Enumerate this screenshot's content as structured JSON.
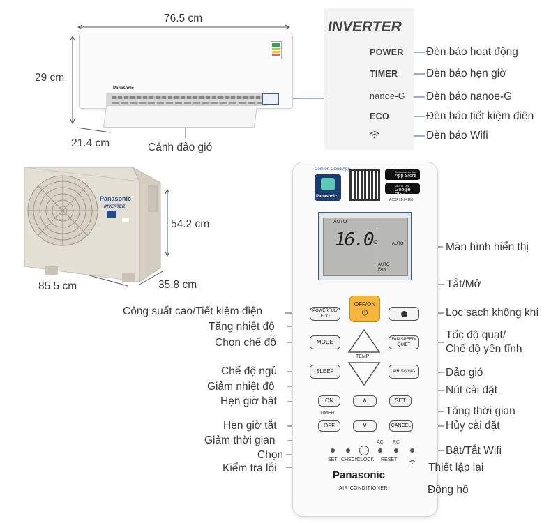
{
  "indoor": {
    "width": "76.5 cm",
    "height": "29 cm",
    "depth": "21.4 cm",
    "louver": "Cánh đảo gió",
    "brand": "Panasonic"
  },
  "outdoor": {
    "height": "54.2 cm",
    "width": "85.5 cm",
    "depth": "35.8 cm",
    "brand": "Panasonic",
    "badge": "INVERTER"
  },
  "display_panel": {
    "logo": "INVERTER",
    "indicators": [
      {
        "code": "POWER",
        "label": "Đèn báo hoạt động"
      },
      {
        "code": "TIMER",
        "label": "Đèn báo hẹn giờ"
      },
      {
        "code": "nanoe-G",
        "label": "Đèn báo nanoe-G"
      },
      {
        "code": "ECO",
        "label": "Đèn báo tiết kiệm điện"
      },
      {
        "code": "wifi",
        "label": "Đèn báo Wifi"
      }
    ]
  },
  "remote": {
    "app_name": "Comfort Cloud App",
    "app_store": "App Store",
    "app_store_small": "Download on the",
    "google_play": "Google Play",
    "google_play_small": "GET IT ON",
    "model": "ACXF71-24160",
    "brand_small": "Panasonic",
    "lcd_mode": "AUTO",
    "lcd_temp": "16.0",
    "lcd_unit": "°C",
    "lcd_fan_mode": "AUTO",
    "lcd_fan_label1": "AUTO",
    "lcd_fan_label2": "FAN",
    "btn_offon": "OFF/ON",
    "btn_offon_symbol": "⏻",
    "btn_powerful": "POWERFUL/ ECO",
    "btn_mode": "MODE",
    "temp_label": "TEMP",
    "btn_fanspeed": "FAN SPEED/ QUIET",
    "btn_sleep": "SLEEP",
    "btn_airswing": "AIR SWING",
    "btn_on": "ON",
    "btn_set": "SET",
    "timer_label": "TIMER",
    "btn_off": "OFF",
    "btn_cancel": "CANCEL",
    "ac_label": "AC",
    "rc_label": "RC",
    "small_set": "SET",
    "small_check": "CHECK",
    "small_clock": "CLOCK",
    "small_reset": "RESET",
    "brand": "Panasonic",
    "subtitle": "AIR CONDITIONER"
  },
  "remote_labels": {
    "display": "Màn hình hiển thị",
    "onoff": "Tắt/Mở",
    "powerful": "Công suất cao/Tiết kiệm điện",
    "air_purify": "Lọc sạch không khí",
    "temp_up": "Tăng nhiệt độ",
    "mode": "Chọn chế độ",
    "fan_speed_1": "Tốc độ quạt/",
    "fan_speed_2": "Chế độ yên tĩnh",
    "sleep": "Chế độ ngủ",
    "swing": "Đảo gió",
    "temp_down": "Giảm nhiệt độ",
    "set_btn": "Nút cài đặt",
    "timer_on": "Hẹn giờ bật",
    "time_up": "Tăng thời gian",
    "timer_off": "Hẹn giờ tắt",
    "cancel": "Hủy cài đặt",
    "time_down": "Giảm thời gian",
    "wifi": "Bật/Tắt Wifi",
    "select": "Chọn",
    "reset": "Thiết lập lại",
    "check": "Kiểm tra lỗi",
    "clock": "Đồng hồ"
  },
  "colors": {
    "offon_button": "#f4b63f",
    "lcd": "#b9bab5",
    "leader": "#2f5fa3",
    "outdoor_body": "#e2ddd3"
  }
}
